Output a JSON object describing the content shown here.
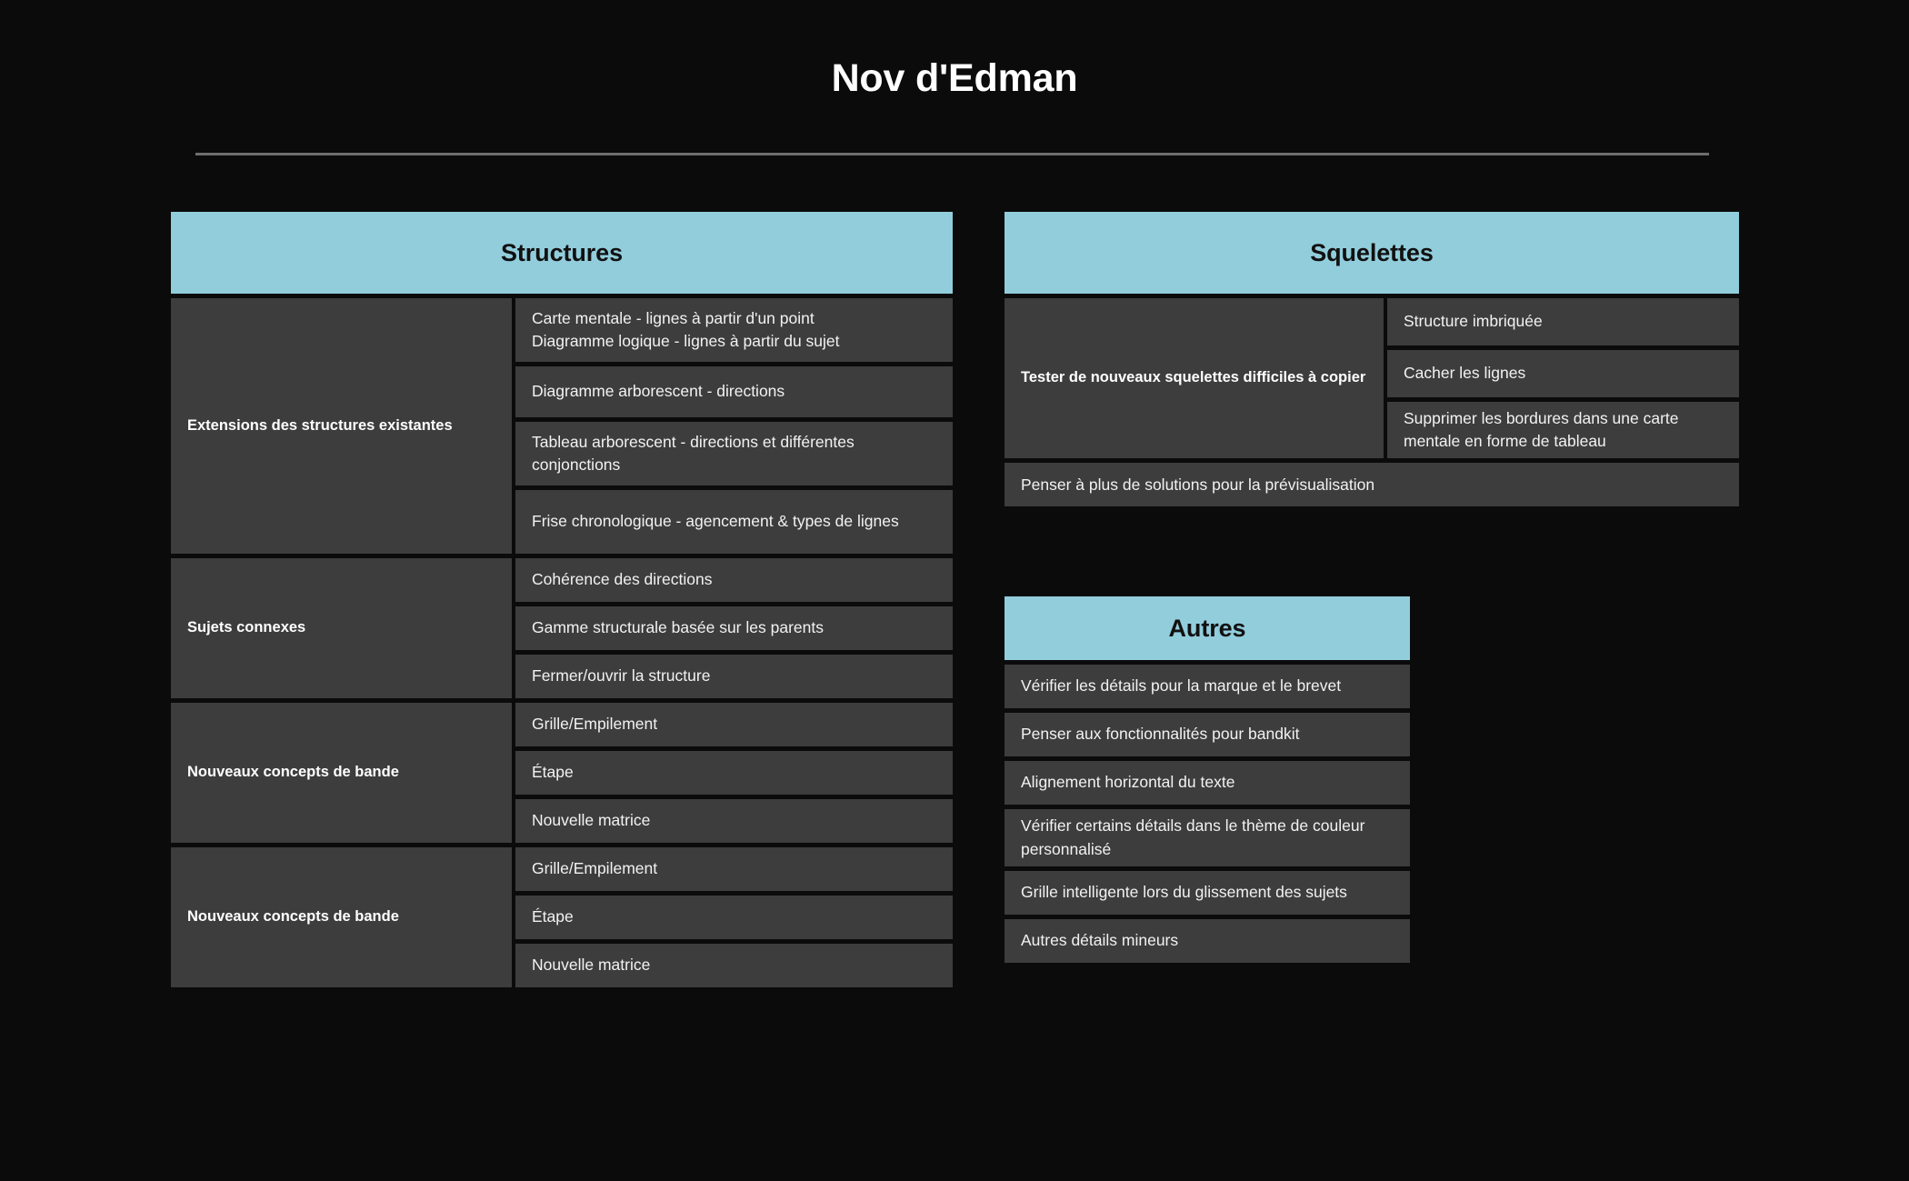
{
  "page": {
    "title": "Nov d'Edman",
    "background_color": "#0B0B0B",
    "accent_color": "#92CDDC",
    "cell_color": "#3D3D3D",
    "divider_color": "#6E6E6E"
  },
  "sections": {
    "structures": {
      "header": "Structures",
      "groups": [
        {
          "label": "Extensions des structures existantes",
          "items": [
            "Carte mentale - lignes à partir d'un point\nDiagramme logique - lignes à partir du sujet",
            "Diagramme arborescent - directions",
            "Tableau arborescent - directions et différentes conjonctions",
            "Frise chronologique - agencement & types de lignes"
          ],
          "item_heights": [
            70,
            56,
            70,
            70
          ]
        },
        {
          "label": "Sujets connexes",
          "items": [
            "Cohérence des directions",
            "Gamme structurale basée sur les parents",
            "Fermer/ouvrir la structure"
          ],
          "item_heights": [
            48,
            48,
            48
          ]
        },
        {
          "label": "Nouveaux concepts de bande",
          "items": [
            "Grille/Empilement",
            "Étape",
            "Nouvelle matrice"
          ],
          "item_heights": [
            48,
            48,
            48
          ]
        },
        {
          "label": "Nouveaux concepts de bande",
          "items": [
            "Grille/Empilement",
            "Étape",
            "Nouvelle matrice"
          ],
          "item_heights": [
            48,
            48,
            48
          ]
        }
      ]
    },
    "squelettes": {
      "header": "Squelettes",
      "groups": [
        {
          "label": "Tester de nouveaux squelettes difficiles à copier",
          "items": [
            "Structure imbriquée",
            "Cacher les lignes",
            "Supprimer les bordures dans une carte mentale en forme de tableau"
          ],
          "item_heights": [
            52,
            52,
            62
          ]
        }
      ],
      "footer_row": "Penser à plus de solutions pour la prévisualisation"
    },
    "autres": {
      "header": "Autres",
      "items": [
        "Vérifier les détails pour la marque et le brevet",
        "Penser aux fonctionnalités pour bandkit",
        "Alignement horizontal du texte",
        "Vérifier certains détails dans le thème de couleur personnalisé",
        "Grille intelligente lors du glissement des sujets",
        "Autres détails mineurs"
      ],
      "item_heights": [
        48,
        48,
        48,
        63,
        48,
        48
      ]
    }
  }
}
